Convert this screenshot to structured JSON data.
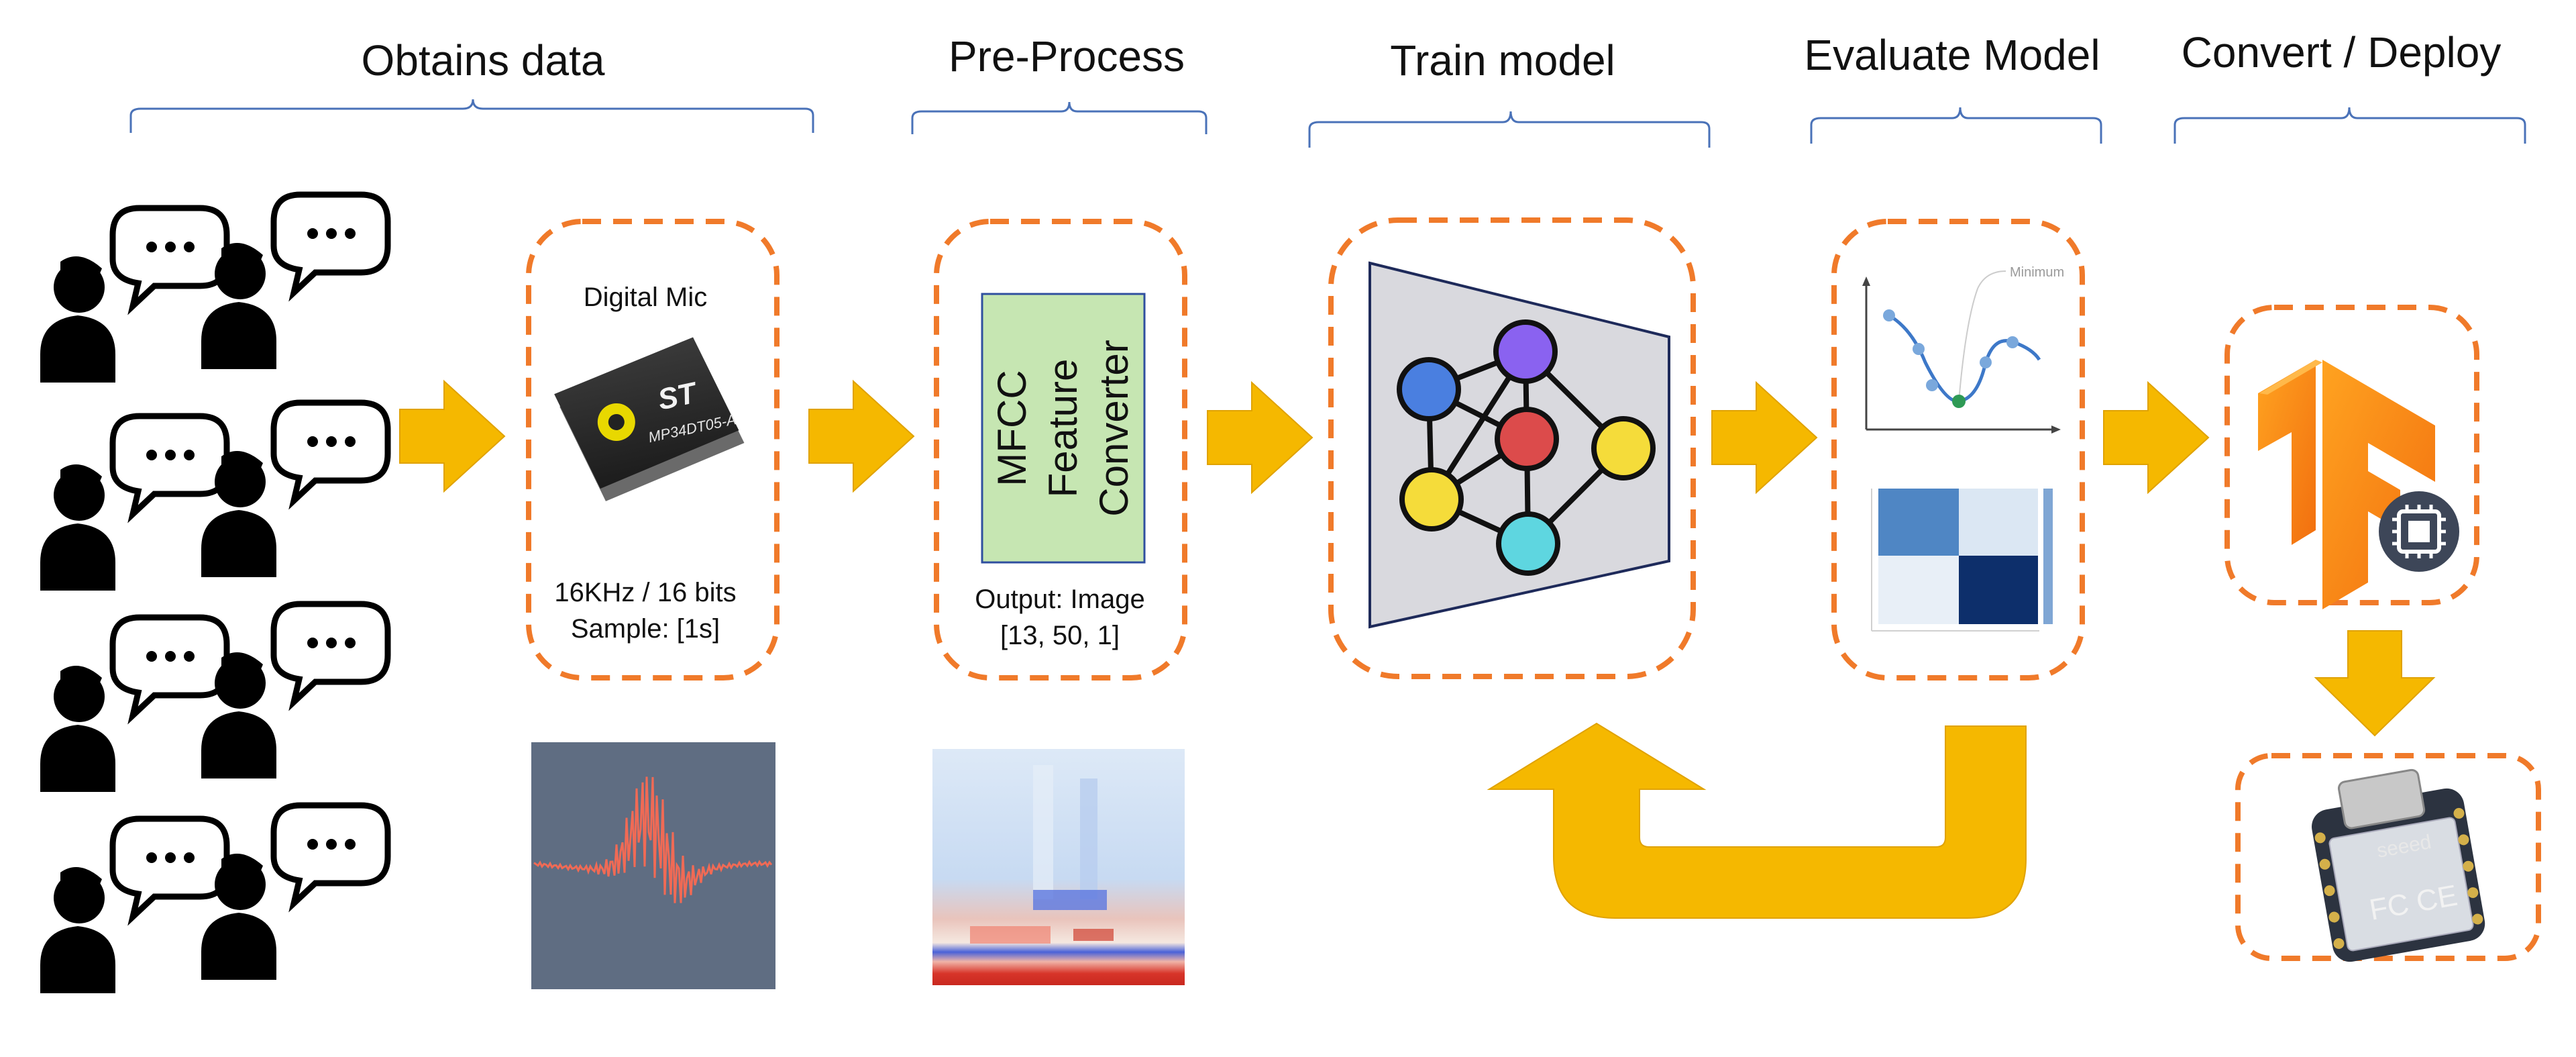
{
  "stages": {
    "obtains_data": "Obtains data",
    "pre_process": "Pre-Process",
    "train_model": "Train model",
    "evaluate_model": "Evaluate Model",
    "convert_deploy": "Convert / Deploy"
  },
  "mic_box": {
    "title": "Digital Mic",
    "chip_label": "MP34DT05-A",
    "chip_logo": "ST",
    "rate": "16KHz / 16 bits",
    "sample": "Sample: [1s]"
  },
  "preprocess_box": {
    "mfcc_line1": "MFCC",
    "mfcc_line2": "Feature",
    "mfcc_line3": "Converter",
    "output_line1": "Output: Image",
    "output_line2": "[13, 50, 1]"
  },
  "evaluate_box": {
    "curve_label": "Minimum"
  },
  "board": {
    "brand": "seeed",
    "marks": "FC CE"
  },
  "colors": {
    "arrow": "#f5b800",
    "dash_border": "#f07a2a",
    "brace": "#4a72b8",
    "node_blue": "#4a7fe0",
    "node_purple": "#8a62f0",
    "node_red": "#dc4b4b",
    "node_yellow": "#f5dc3a",
    "node_cyan": "#5ed6e0",
    "mfcc_fill": "#c6e6b2",
    "tf_orange": "#f7941d",
    "person": "#000000"
  },
  "icons": [
    "person-speech-icon",
    "microphone-chip-icon",
    "waveform-icon",
    "spectrogram-icon",
    "neural-network-icon",
    "loss-curve-icon",
    "confusion-matrix-icon",
    "tensorflow-logo-icon",
    "microcontroller-icon",
    "xiao-board-icon"
  ]
}
